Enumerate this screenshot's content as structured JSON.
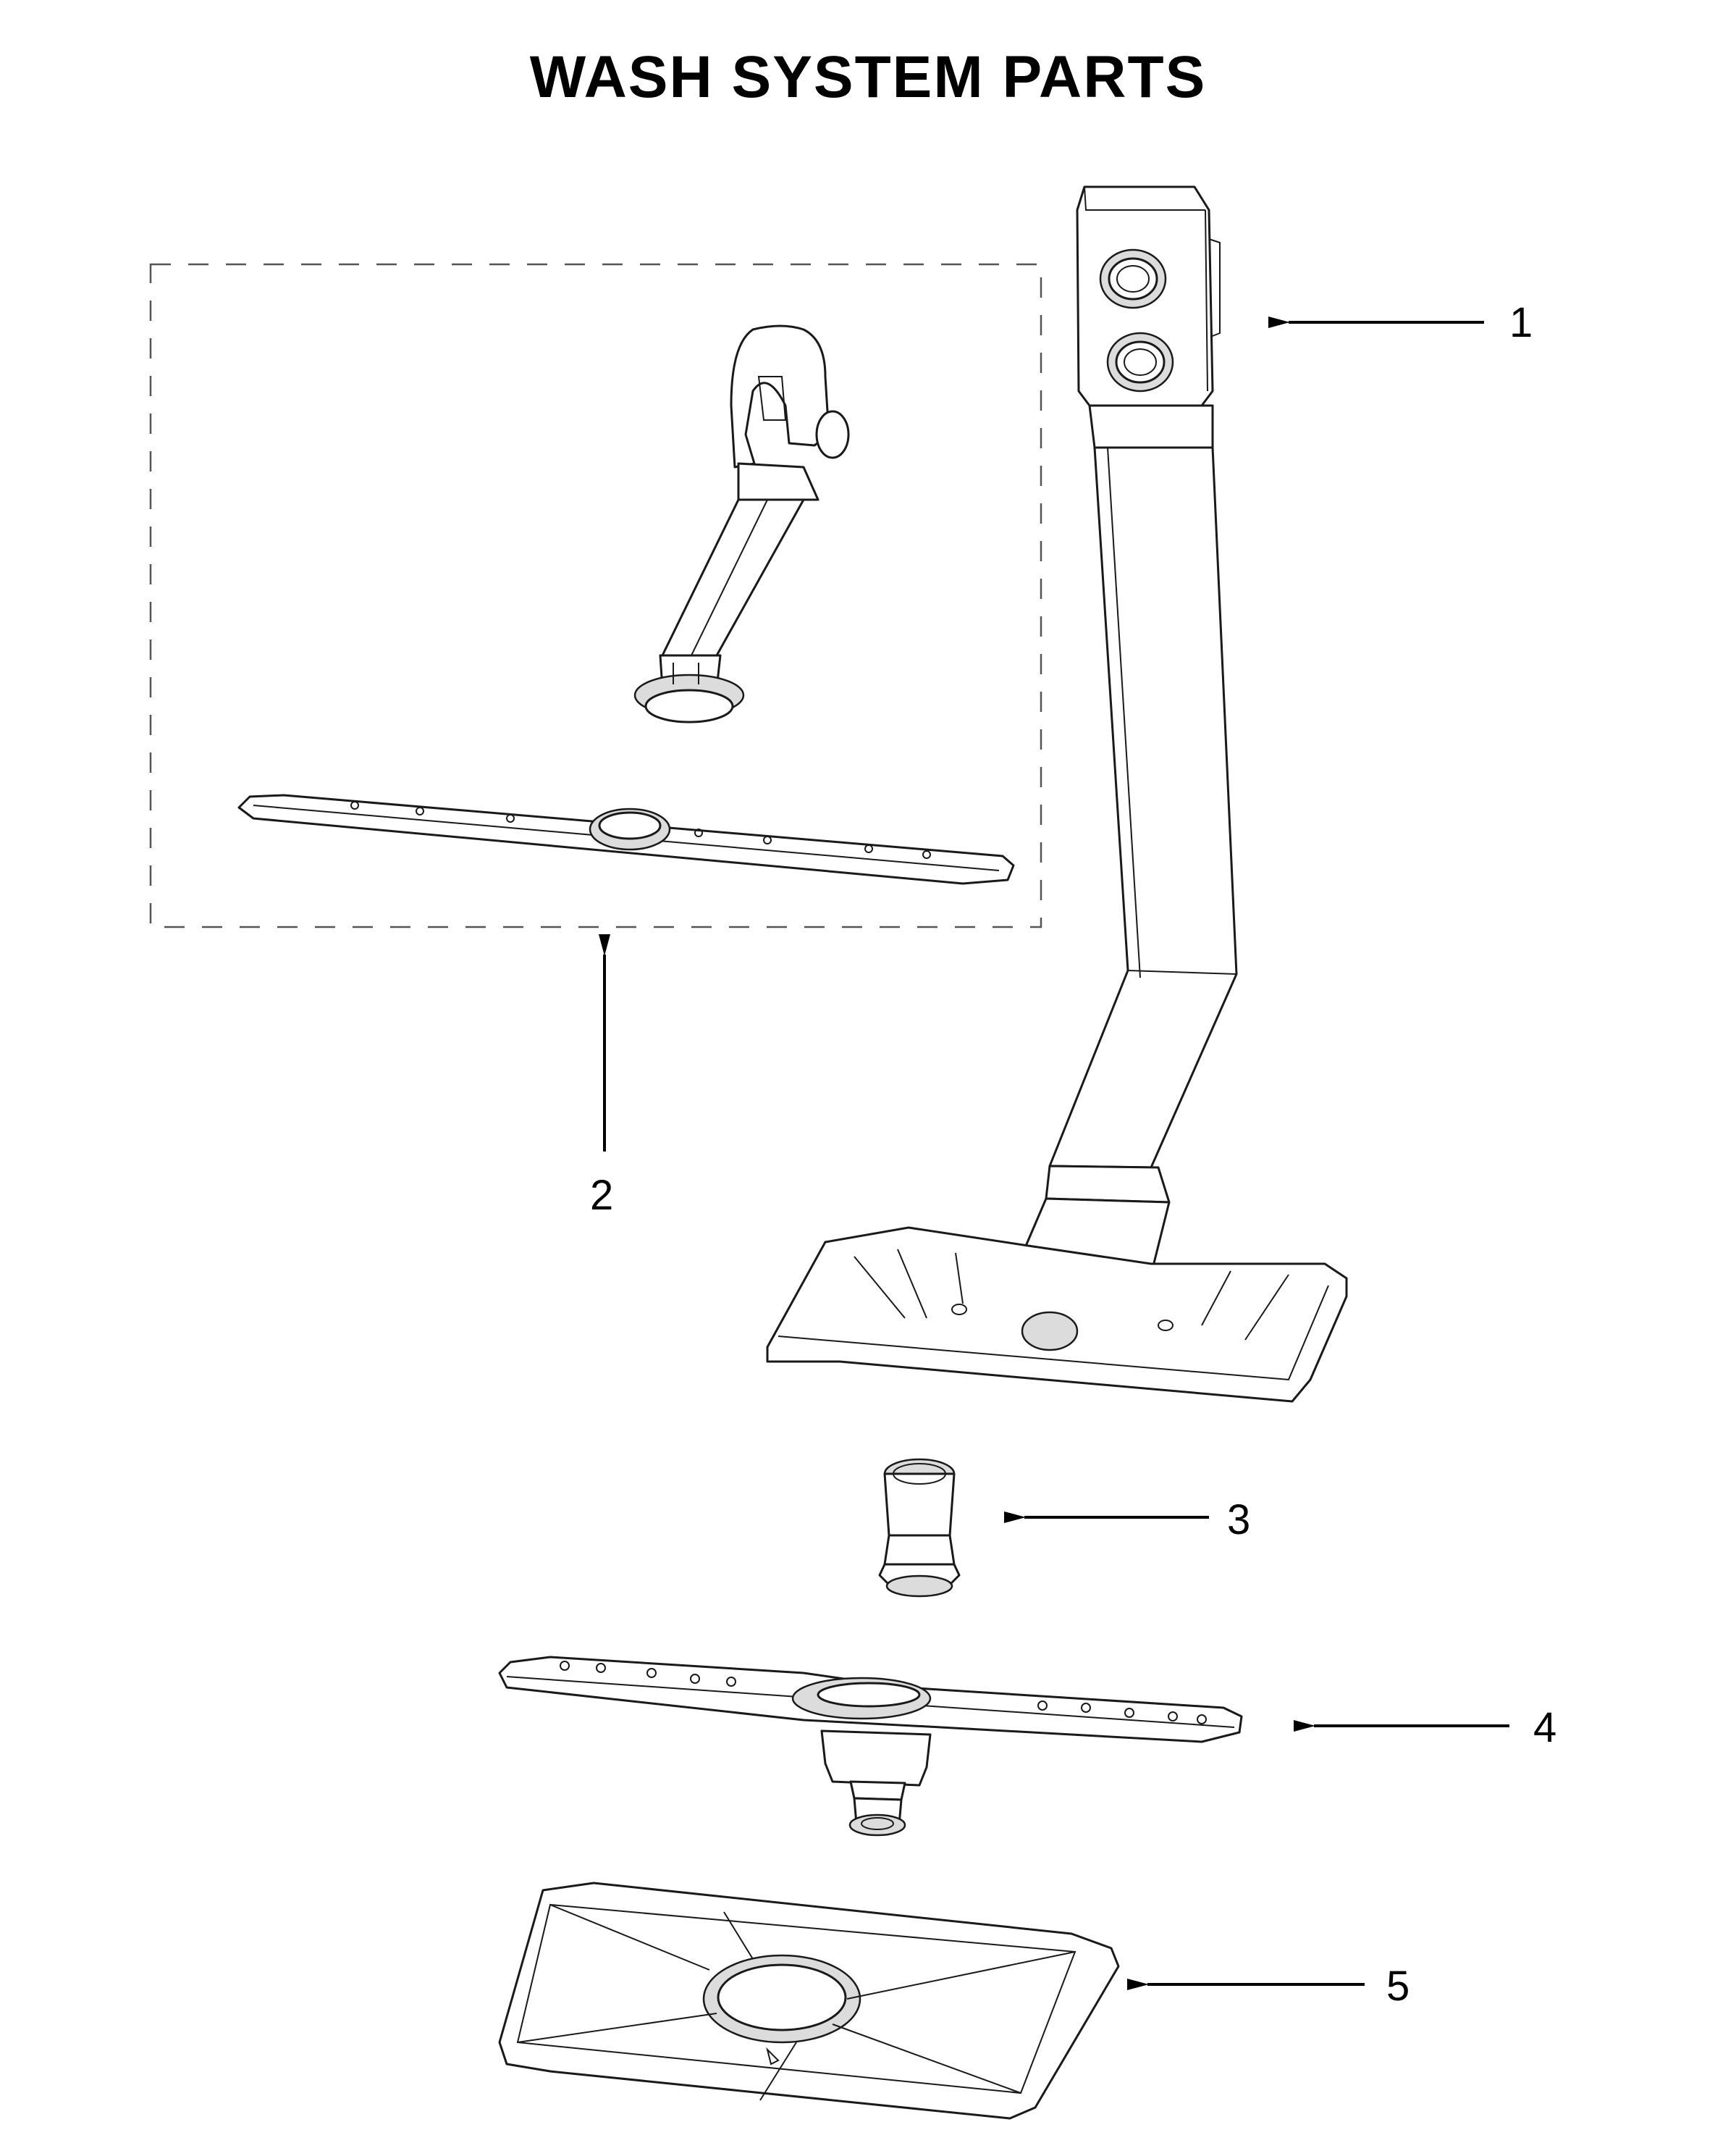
{
  "title": "WASH SYSTEM PARTS",
  "callouts": [
    {
      "id": 1,
      "label": "1"
    },
    {
      "id": 2,
      "label": "2"
    },
    {
      "id": 3,
      "label": "3"
    },
    {
      "id": 4,
      "label": "4"
    },
    {
      "id": 5,
      "label": "5"
    }
  ],
  "colors": {
    "line": "#1a1a1a",
    "background": "#ffffff",
    "shade": "#dcdcdc"
  }
}
